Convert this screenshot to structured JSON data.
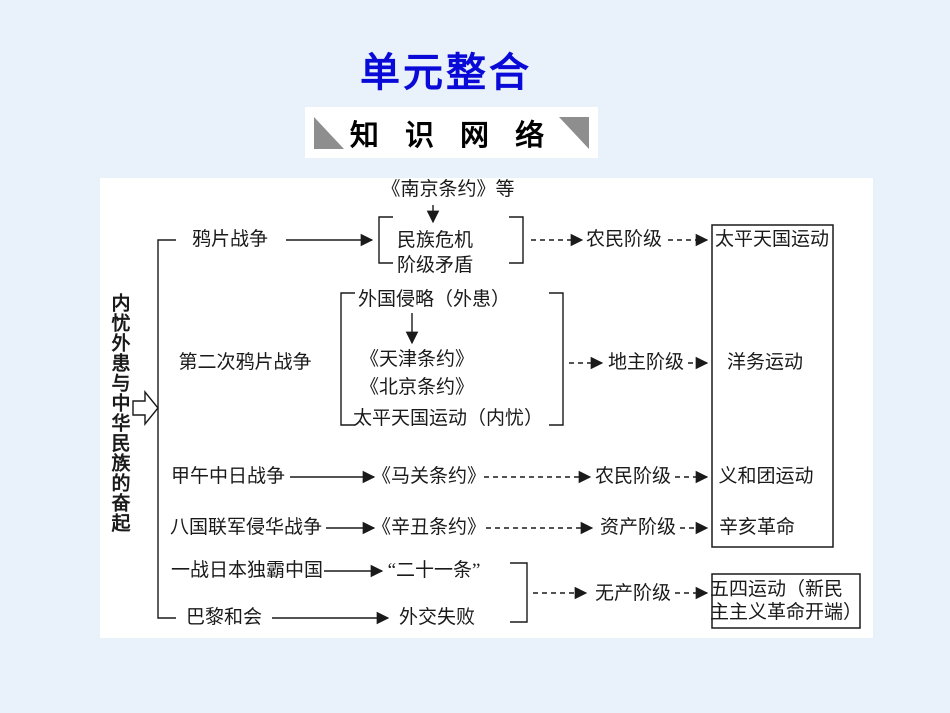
{
  "title": "单元整合",
  "banner": {
    "text": "知 识 网 络"
  },
  "colors": {
    "background": "#e9f1fa",
    "panel": "#ffffff",
    "text": "#1a1a1a",
    "title_blue": "#0a0ad8",
    "banner_gray": "#8e8e8e"
  },
  "diagram": {
    "side_label": "内忧外患与中华民族的奋起",
    "nodes": {
      "nanjing_treaty": "《南京条约》等",
      "opium_war": "鸦片战争",
      "national_crisis": "民族危机",
      "class_conflict": "阶级矛盾",
      "peasant_class_1": "农民阶级",
      "taiping_movement": "太平天国运动",
      "second_opium_war": "第二次鸦片战争",
      "foreign_invasion": "外国侵略（外患）",
      "tianjin_treaty": "《天津条约》",
      "beijing_treaty": "《北京条约》",
      "taiping_internal": "太平天国运动（内忧）",
      "landlord_class": "地主阶级",
      "yangwu_movement": "洋务运动",
      "jiawu_war": "甲午中日战争",
      "maguan_treaty": "《马关条约》",
      "peasant_class_2": "农民阶级",
      "yihetuan_movement": "义和团运动",
      "eight_nation_war": "八国联军侵华战争",
      "xinchou_treaty": "《辛丑条约》",
      "bourgeois_class": "资产阶级",
      "xinhai_revolution": "辛亥革命",
      "ww1_japan": "一战日本独霸中国",
      "twenty_one_demands": "“二十一条”",
      "paris_conference": "巴黎和会",
      "diplomatic_failure": "外交失败",
      "proletariat_class": "无产阶级",
      "may_fourth_line1": "五四运动（新民",
      "may_fourth_line2": "主主义革命开端）"
    }
  }
}
